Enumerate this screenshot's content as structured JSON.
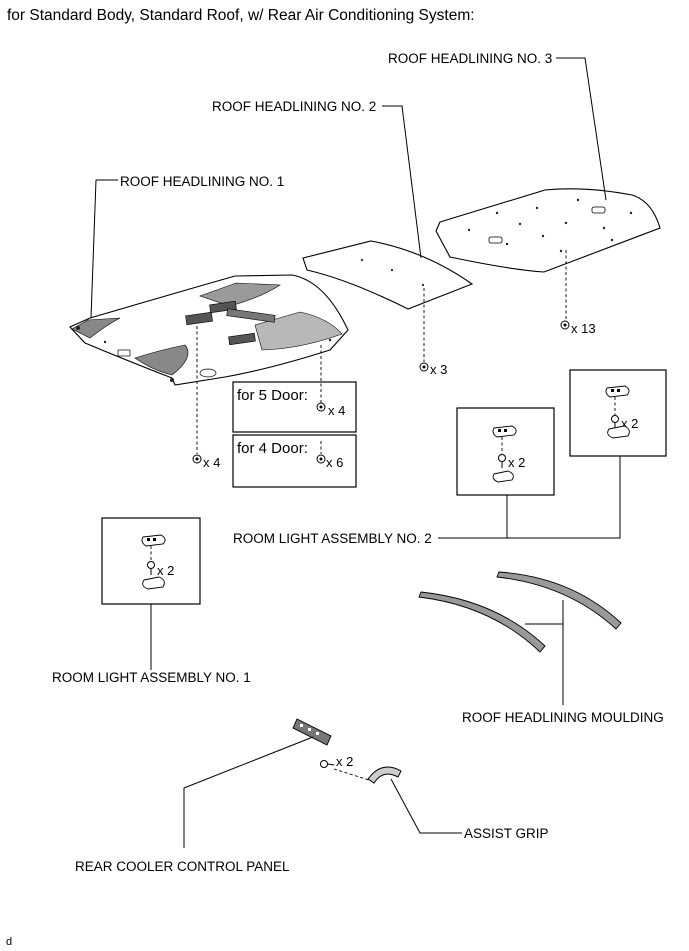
{
  "header": {
    "title": "for Standard Body, Standard Roof, w/ Rear Air Conditioning System:"
  },
  "labels": {
    "roof_headlining_no3": "ROOF HEADLINING NO. 3",
    "roof_headlining_no2": "ROOF HEADLINING NO. 2",
    "roof_headlining_no1": "ROOF HEADLINING NO. 1",
    "room_light_no2": "ROOM LIGHT ASSEMBLY NO. 2",
    "room_light_no1": "ROOM LIGHT ASSEMBLY NO. 1",
    "roof_headlining_moulding": "ROOF HEADLINING MOULDING",
    "assist_grip": "ASSIST GRIP",
    "rear_cooler_control_panel": "REAR COOLER CONTROL PANEL"
  },
  "door_boxes": {
    "five_door_label": "for 5 Door:",
    "five_door_qty": "x 4",
    "four_door_label": "for 4 Door:",
    "four_door_qty": "x 6"
  },
  "quantities": {
    "headlining_no3_clips": "x 13",
    "headlining_no2_clips": "x 3",
    "headlining_no1_clips": "x 4",
    "room_light_no2_a_screws": "x 2",
    "room_light_no2_b_screws": "x 2",
    "room_light_no1_screws": "x 2",
    "assist_grip_screws": "x 2"
  },
  "footer": {
    "corner_mark": "d"
  }
}
